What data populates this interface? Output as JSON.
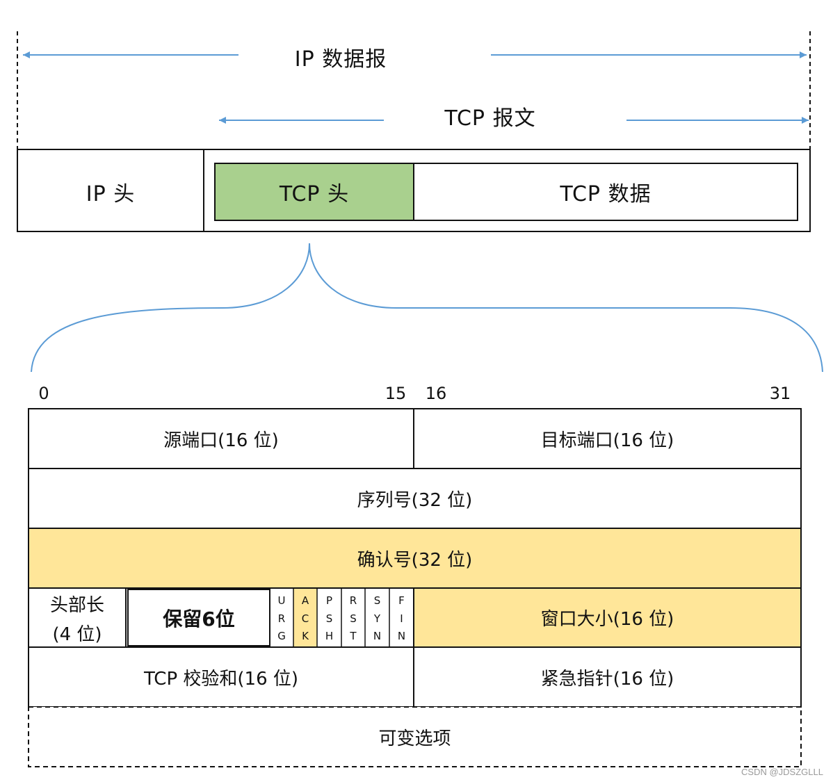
{
  "top": {
    "ip_datagram": "IP  数据报",
    "tcp_segment": "TCP 报文",
    "ip_header": "IP  头",
    "tcp_header": "TCP  头",
    "tcp_data": "TCP  数据"
  },
  "bits": {
    "b0": "0",
    "b15": "15",
    "b16": "16",
    "b31": "31"
  },
  "fields": {
    "src_port": "源端口(16 位)",
    "dst_port": "目标端口(16 位)",
    "seq": "序列号(32 位)",
    "ack_num": "确认号(32 位)",
    "hdr_len_1": "头部长",
    "hdr_len_2": "(4 位)",
    "reserved": "保留6位",
    "window": "窗口大小(16 位)",
    "checksum": "TCP 校验和(16 位)",
    "urgent": "紧急指针(16 位)",
    "options": "可变选项"
  },
  "flags": [
    {
      "l1": "U",
      "l2": "R",
      "l3": "G"
    },
    {
      "l1": "A",
      "l2": "C",
      "l3": "K"
    },
    {
      "l1": "P",
      "l2": "S",
      "l3": "H"
    },
    {
      "l1": "R",
      "l2": "S",
      "l3": "T"
    },
    {
      "l1": "S",
      "l2": "Y",
      "l3": "N"
    },
    {
      "l1": "F",
      "l2": "I",
      "l3": "N"
    }
  ],
  "watermark": "CSDN @JDSZGLLL",
  "colors": {
    "green": "#a9d08e",
    "yellow": "#ffe699",
    "arrow": "#5b9bd5"
  }
}
